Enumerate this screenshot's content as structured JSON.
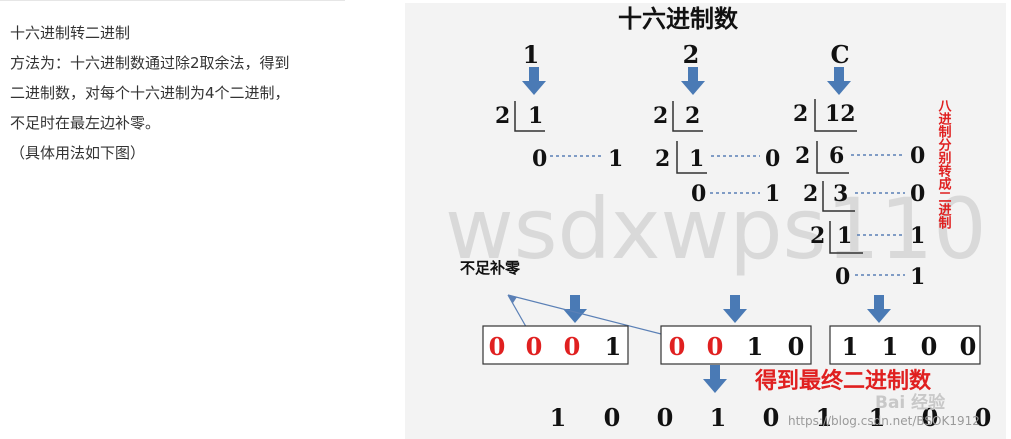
{
  "article": {
    "heading": "十六进制转二进制",
    "method_line1": "方法为：十六进制数通过除2取余法，得到",
    "method_line2": "二进制数，对每个十六进制为4个二进制，",
    "method_line3": "不足时在最左边补零。",
    "note": "（具体用法如下图）"
  },
  "figure": {
    "title": "十六进制数",
    "digits": [
      "1",
      "2",
      "C"
    ],
    "divisor": "2",
    "col1": {
      "dividend": "1",
      "quotient": "0",
      "remainder": "1"
    },
    "col2": {
      "dividend": "2",
      "q1": "1",
      "r1": "0",
      "q2": "0",
      "r2": "1"
    },
    "col3": {
      "dividend": "12",
      "q1": "6",
      "r1": "0",
      "q2": "3",
      "r2": "0",
      "q3": "1",
      "r3": "1",
      "q4": "0",
      "r4": "1"
    },
    "side_label": "八进制分别转成二进制",
    "pad_label": "不足补零",
    "groups": [
      [
        "0",
        "0",
        "0",
        "1"
      ],
      [
        "0",
        "0",
        "1",
        "0"
      ],
      [
        "1",
        "1",
        "0",
        "0"
      ]
    ],
    "final_label": "得到最终二进制数",
    "final_bits": [
      "1",
      "0",
      "0",
      "1",
      "0",
      "1",
      "1",
      "0",
      "0"
    ],
    "watermark_big": "wsdxwps110",
    "watermark_url": "https://blog.csdn.net/BSOK1912",
    "watermark_logo": "Bai 经验",
    "colors": {
      "arrow": "#4a7ab5",
      "red": "#e02020",
      "dashed": "#5b80b6",
      "bg": "#f3f3f3"
    }
  }
}
